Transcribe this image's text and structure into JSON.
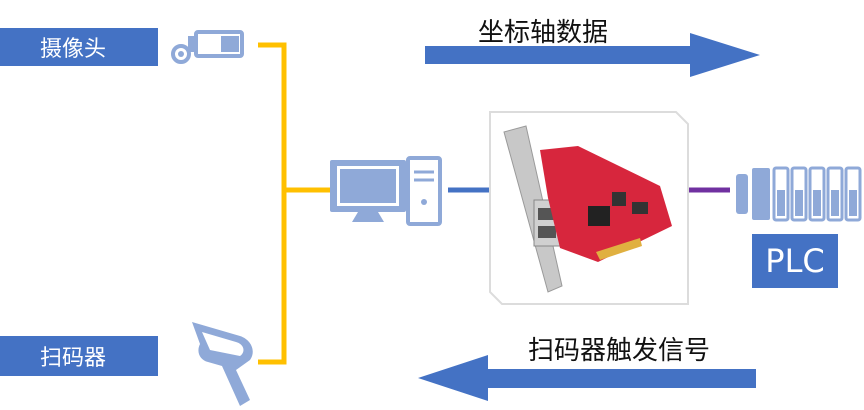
{
  "labels": {
    "camera": "摄像头",
    "scanner": "扫码器",
    "plc": "PLC"
  },
  "arrows": {
    "top": "坐标轴数据",
    "bottom": "扫码器触发信号"
  },
  "colors": {
    "label_bg": "#4472c4",
    "arrow": "#4472c4",
    "connector": "#ffc000",
    "plc_link": "#7030a0",
    "pc_link": "#4472c4",
    "icon": "#8fa9d8",
    "pcb": "#d7263d"
  },
  "icons": [
    "camera-icon",
    "barcode-scanner-icon",
    "computer-icon",
    "io-card-image",
    "plc-icon"
  ]
}
